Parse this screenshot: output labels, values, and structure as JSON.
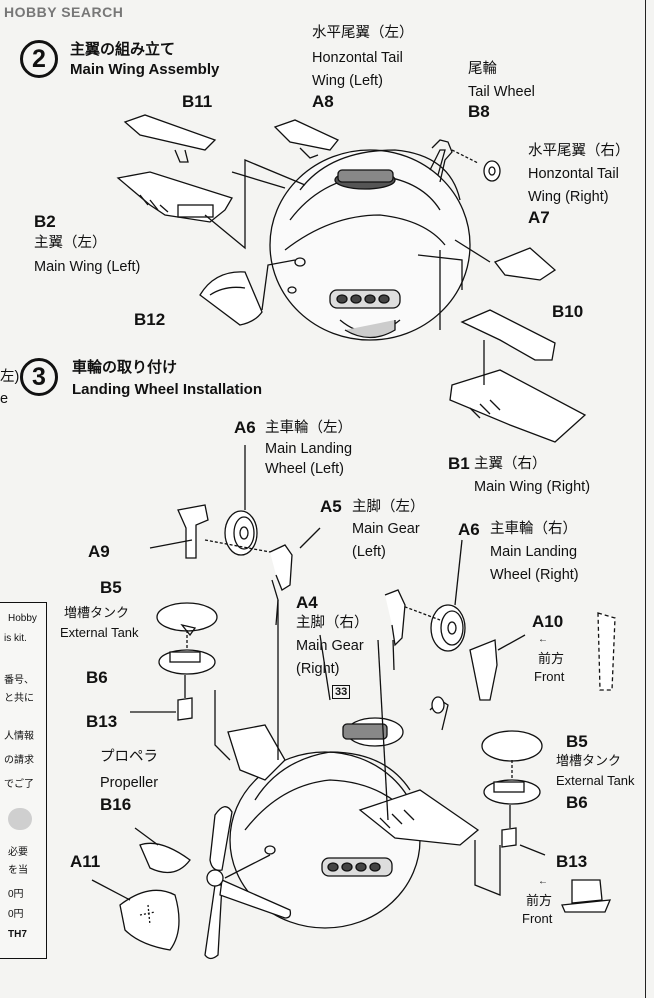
{
  "watermark": "HOBBY SEARCH",
  "step2": {
    "number": "2",
    "title_jp": "主翼の組み立て",
    "title_en": "Main Wing Assembly"
  },
  "step3": {
    "number": "3",
    "title_jp": "車輪の取り付け",
    "title_en": "Landing Wheel Installation"
  },
  "parts": {
    "b11": "B11",
    "a8": {
      "code": "A8",
      "jp": "水平尾翼（左）",
      "en1": "Honzontal Tail",
      "en2": "Wing (Left)"
    },
    "b8": {
      "code": "B8",
      "jp": "尾輪",
      "en": "Tail Wheel"
    },
    "a7": {
      "code": "A7",
      "jp": "水平尾翼（右）",
      "en1": "Honzontal Tail",
      "en2": "Wing (Right)"
    },
    "b2": {
      "code": "B2",
      "jp": "主翼（左）",
      "en": "Main Wing (Left)"
    },
    "b12": "B12",
    "b10": "B10",
    "b1": {
      "code": "B1",
      "jp": "主翼（右）",
      "en": "Main Wing (Right)"
    },
    "a6l": {
      "code": "A6",
      "jp": "主車輪（左）",
      "en1": "Main Landing",
      "en2": "Wheel (Left)"
    },
    "a5": {
      "code": "A5",
      "jp": "主脚（左）",
      "en1": "Main Gear",
      "en2": "(Left)"
    },
    "a6r": {
      "code": "A6",
      "jp": "主車輪（右）",
      "en1": "Main Landing",
      "en2": "Wheel (Right)"
    },
    "a9": "A9",
    "b5l": {
      "code": "B5",
      "jp": "増槽タンク",
      "en": "External Tank"
    },
    "a4": {
      "code": "A4",
      "jp": "主脚（右）",
      "en1": "Main Gear",
      "en2": "(Right)"
    },
    "a10": {
      "code": "A10",
      "jp": "前方",
      "en": "Front"
    },
    "b6l": "B6",
    "b13l": "B13",
    "tag33": "33",
    "propeller": {
      "jp": "プロペラ",
      "en": "Propeller",
      "code": "B16"
    },
    "a11": "A11",
    "b5r": {
      "code": "B5",
      "jp": "増槽タンク",
      "en": "External Tank"
    },
    "b6r": "B6",
    "b13r": "B13",
    "front2": {
      "jp": "前方",
      "en": "Front"
    }
  },
  "left_margin": {
    "cut1": "左)",
    "cut2": "e",
    "box": [
      "Hobby",
      "is kit.",
      "番号、",
      "と共に",
      "人情報",
      "の請求",
      "でご了",
      "必要",
      "を当",
      "0円",
      "0円",
      "TH7"
    ]
  }
}
